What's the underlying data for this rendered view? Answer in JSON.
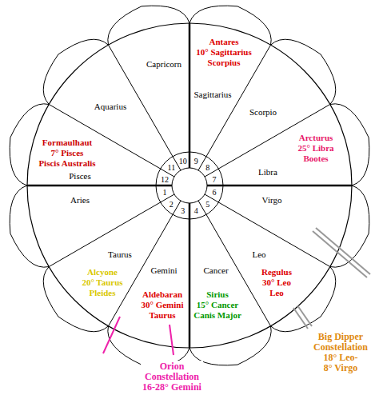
{
  "diagram": {
    "nodes": [
      {
        "text": [
          "1",
          "Aries"
        ]
      },
      {
        "text": [
          "2",
          "Taurus",
          "Alcyone",
          "20° Taurus Pleides"
        ]
      },
      {
        "text": [
          "3",
          "Gemini",
          "Aldebaran",
          "30° Gemini Taurus"
        ]
      },
      {
        "text": [
          "4",
          "Cancer",
          "Sirius",
          "15° Cancer Canis Major"
        ]
      },
      {
        "text": [
          "5",
          "Leo",
          "Regulus",
          "30° Leo Leo"
        ]
      },
      {
        "text": [
          "6",
          "Virgo"
        ]
      },
      {
        "text": [
          "7",
          "Libra",
          "Arcturus",
          "25° Libra Bootes"
        ]
      },
      {
        "text": [
          "8",
          "Scorpio"
        ]
      },
      {
        "text": [
          "9",
          "Sagittarius",
          "Antares",
          "10° Sagittarius Scorpius"
        ]
      },
      {
        "text": [
          "10",
          "Capricorn"
        ]
      },
      {
        "text": [
          "11",
          "Aquarius"
        ]
      },
      {
        "text": [
          "12",
          "Pisces",
          "Formaulhaut",
          "7° Pisces Piscis Australis"
        ]
      }
    ],
    "labels": [
      "Orion Constellation 16-28° Gemini",
      "Big Dipper Constellation 18° Leo- 8° Virgo"
    ]
  }
}
